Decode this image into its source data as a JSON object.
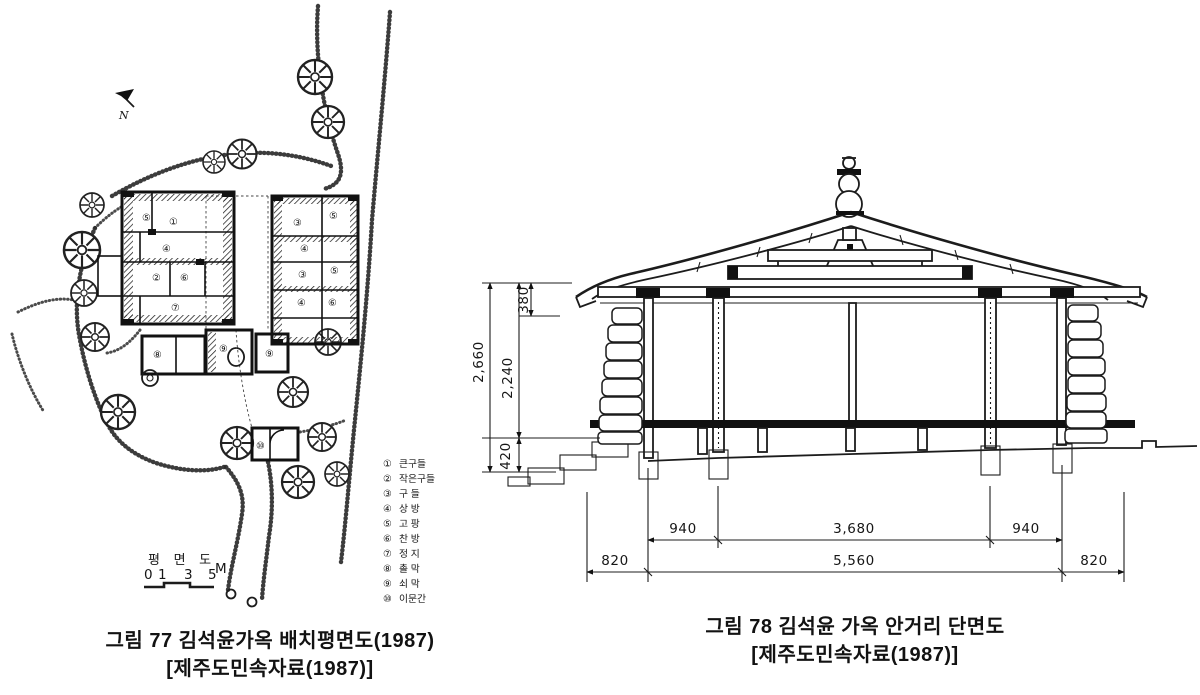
{
  "page": {
    "background": "#ffffff",
    "ink": "#1a1a1a"
  },
  "fig77": {
    "caption_line1": "그림 77 김석윤가옥 배치평면도(1987)",
    "caption_line2": "[제주도민속자료(1987)]",
    "plan_title": "평 면 도",
    "north_label": "N",
    "scale_ticks": [
      "0",
      "1",
      "3",
      "5"
    ],
    "scale_unit": "M",
    "legend": [
      {
        "num": "①",
        "label": "큰구들"
      },
      {
        "num": "②",
        "label": "작은구들"
      },
      {
        "num": "③",
        "label": "구 들"
      },
      {
        "num": "④",
        "label": "상 방"
      },
      {
        "num": "⑤",
        "label": "고 팡"
      },
      {
        "num": "⑥",
        "label": "찬 방"
      },
      {
        "num": "⑦",
        "label": "정 지"
      },
      {
        "num": "⑧",
        "label": "촐 막"
      },
      {
        "num": "⑨",
        "label": "쇠 막"
      },
      {
        "num": "⑩",
        "label": "이문간"
      }
    ],
    "rooms_left": [
      "⑤",
      "①",
      "④",
      "②",
      "⑥",
      "⑦"
    ],
    "rooms_right": [
      "③",
      "⑤",
      "④",
      "③",
      "⑤",
      "④",
      "⑥"
    ],
    "rooms_out": [
      "⑧",
      "⑨",
      "⑨"
    ],
    "gate_room": "⑩"
  },
  "fig78": {
    "caption_line1": "그림 78 김석윤 가옥 안거리 단면도",
    "caption_line2": "[제주도민속자료(1987)]",
    "dims": {
      "total_height": "2,660",
      "wall_height": "2,240",
      "roof_band": "380",
      "floor_band": "420",
      "bay_left": "940",
      "bay_center": "3,680",
      "bay_right": "940",
      "eave_left": "820",
      "total_span": "5,560",
      "eave_right": "820"
    }
  }
}
